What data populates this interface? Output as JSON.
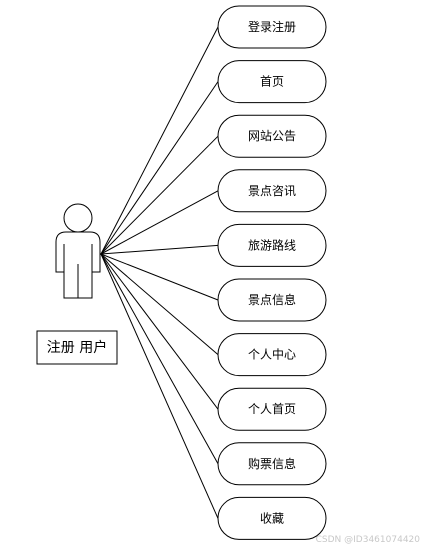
{
  "actor": {
    "label": "注册 用户"
  },
  "use_cases": [
    {
      "label": "登录注册"
    },
    {
      "label": "首页"
    },
    {
      "label": "网站公告"
    },
    {
      "label": "景点咨讯"
    },
    {
      "label": "旅游路线"
    },
    {
      "label": "景点信息"
    },
    {
      "label": "个人中心"
    },
    {
      "label": "个人首页"
    },
    {
      "label": "购票信息"
    },
    {
      "label": "收藏"
    }
  ],
  "watermark": "CSDN @ID3461074420",
  "colors": {
    "stroke": "#000000",
    "background": "#ffffff"
  }
}
